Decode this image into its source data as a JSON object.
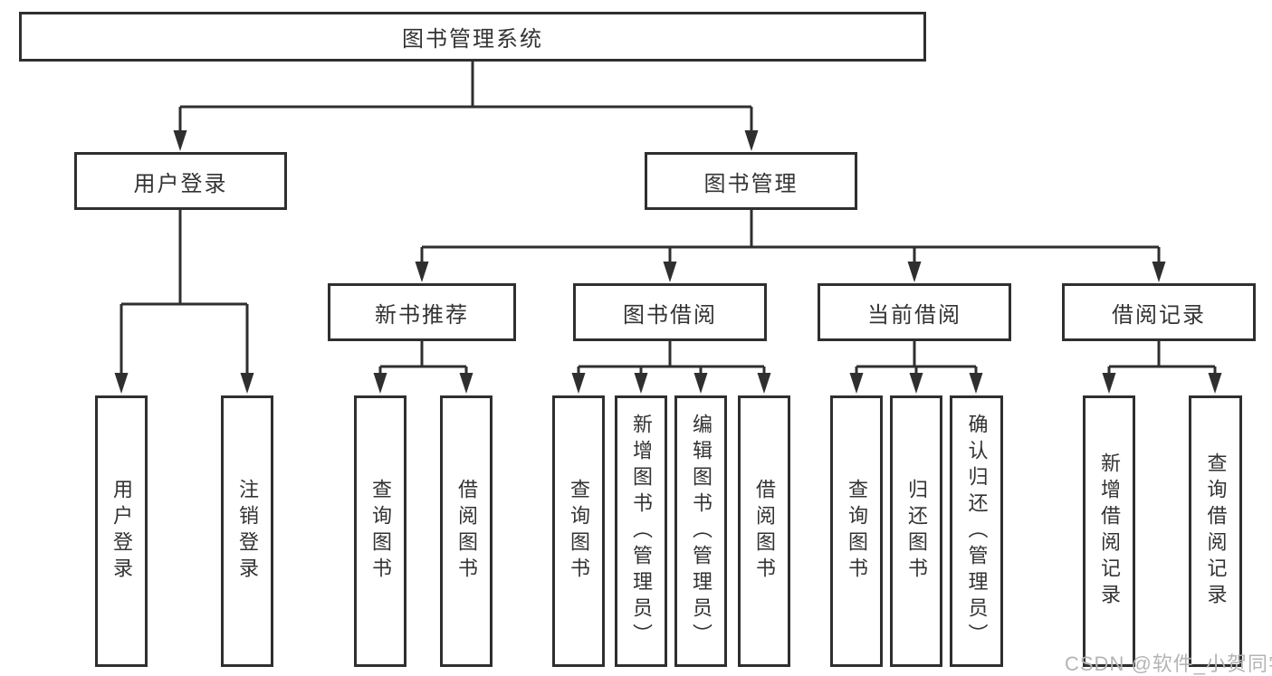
{
  "diagram": {
    "root": {
      "label": "图书管理系统",
      "children": [
        {
          "label": "用户登录",
          "children": [
            {
              "label": "用户登录"
            },
            {
              "label": "注销登录"
            }
          ]
        },
        {
          "label": "图书管理",
          "children": [
            {
              "label": "新书推荐",
              "children": [
                {
                  "label": "查询图书"
                },
                {
                  "label": "借阅图书"
                }
              ]
            },
            {
              "label": "图书借阅",
              "children": [
                {
                  "label": "查询图书"
                },
                {
                  "label": "新增图书（管理员）"
                },
                {
                  "label": "编辑图书（管理员）"
                },
                {
                  "label": "借阅图书"
                }
              ]
            },
            {
              "label": "当前借阅",
              "children": [
                {
                  "label": "查询图书"
                },
                {
                  "label": "归还图书"
                },
                {
                  "label": "确认归还（管理员）"
                }
              ]
            },
            {
              "label": "借阅记录",
              "children": [
                {
                  "label": "新增借阅记录"
                },
                {
                  "label": "查询借阅记录"
                }
              ]
            }
          ]
        }
      ]
    }
  },
  "watermark": {
    "text": "CSDN @软件_小贺同学"
  },
  "colors": {
    "line": "#2f2f2f",
    "text": "#333333",
    "background": "#ffffff",
    "watermark": "#b4b4b4"
  }
}
